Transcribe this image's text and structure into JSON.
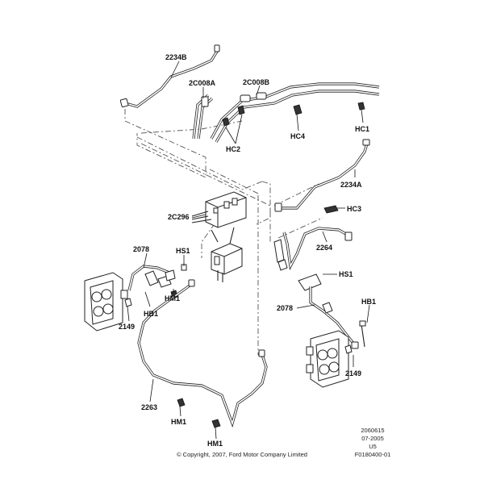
{
  "labels": {
    "l2234b": "2234B",
    "l2c008a": "2C008A",
    "l2c008b": "2C008B",
    "lhc1": "HC1",
    "lhc2": "HC2",
    "lhc4": "HC4",
    "l2234a": "2234A",
    "lhc3": "HC3",
    "l2c296": "2C296",
    "l2264": "2264",
    "l2078left": "2078",
    "lhs1left": "HS1",
    "lhs1right": "HS1",
    "l2078right": "2078",
    "lhb1right": "HB1",
    "lhm1a": "HM1",
    "lhb1left": "HB1",
    "l2149left": "2149",
    "l2149right": "2149",
    "l2263": "2263",
    "lhm1b": "HM1",
    "lhm1c": "HM1"
  },
  "info": {
    "code1": "2060615",
    "code2": "07-2005",
    "code3": "U5",
    "code4": "F0180400-01"
  },
  "copyright": "© Copyright, 2007, Ford Motor Company Limited"
}
